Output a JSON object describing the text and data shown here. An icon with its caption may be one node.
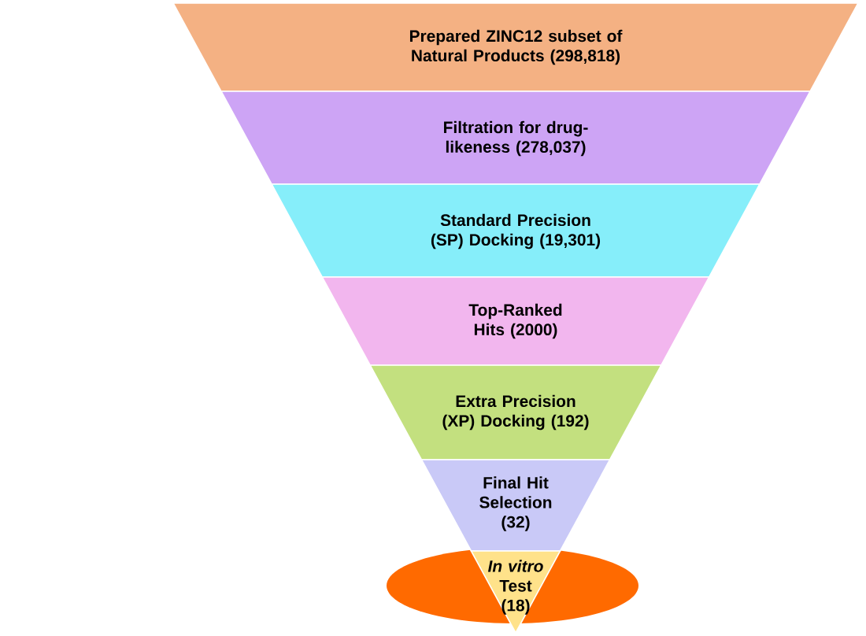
{
  "diagram": {
    "nodes": [
      {
        "text": [
          "Prepared ZINC12 subset of Natural Products (298,818)"
        ]
      },
      {
        "text": [
          "Filtration for drug-likeness (278,037)"
        ]
      },
      {
        "text": [
          "Standard Precision (SP) Docking (19,301)"
        ]
      },
      {
        "text": [
          "Top-Ranked Hits (2000)"
        ]
      },
      {
        "text": [
          "Extra Precision (XP) Docking (192)"
        ]
      },
      {
        "text": [
          "Final Hit Selection (32)"
        ]
      },
      {
        "text": [
          "*In vitro* Test (18)"
        ]
      }
    ]
  }
}
